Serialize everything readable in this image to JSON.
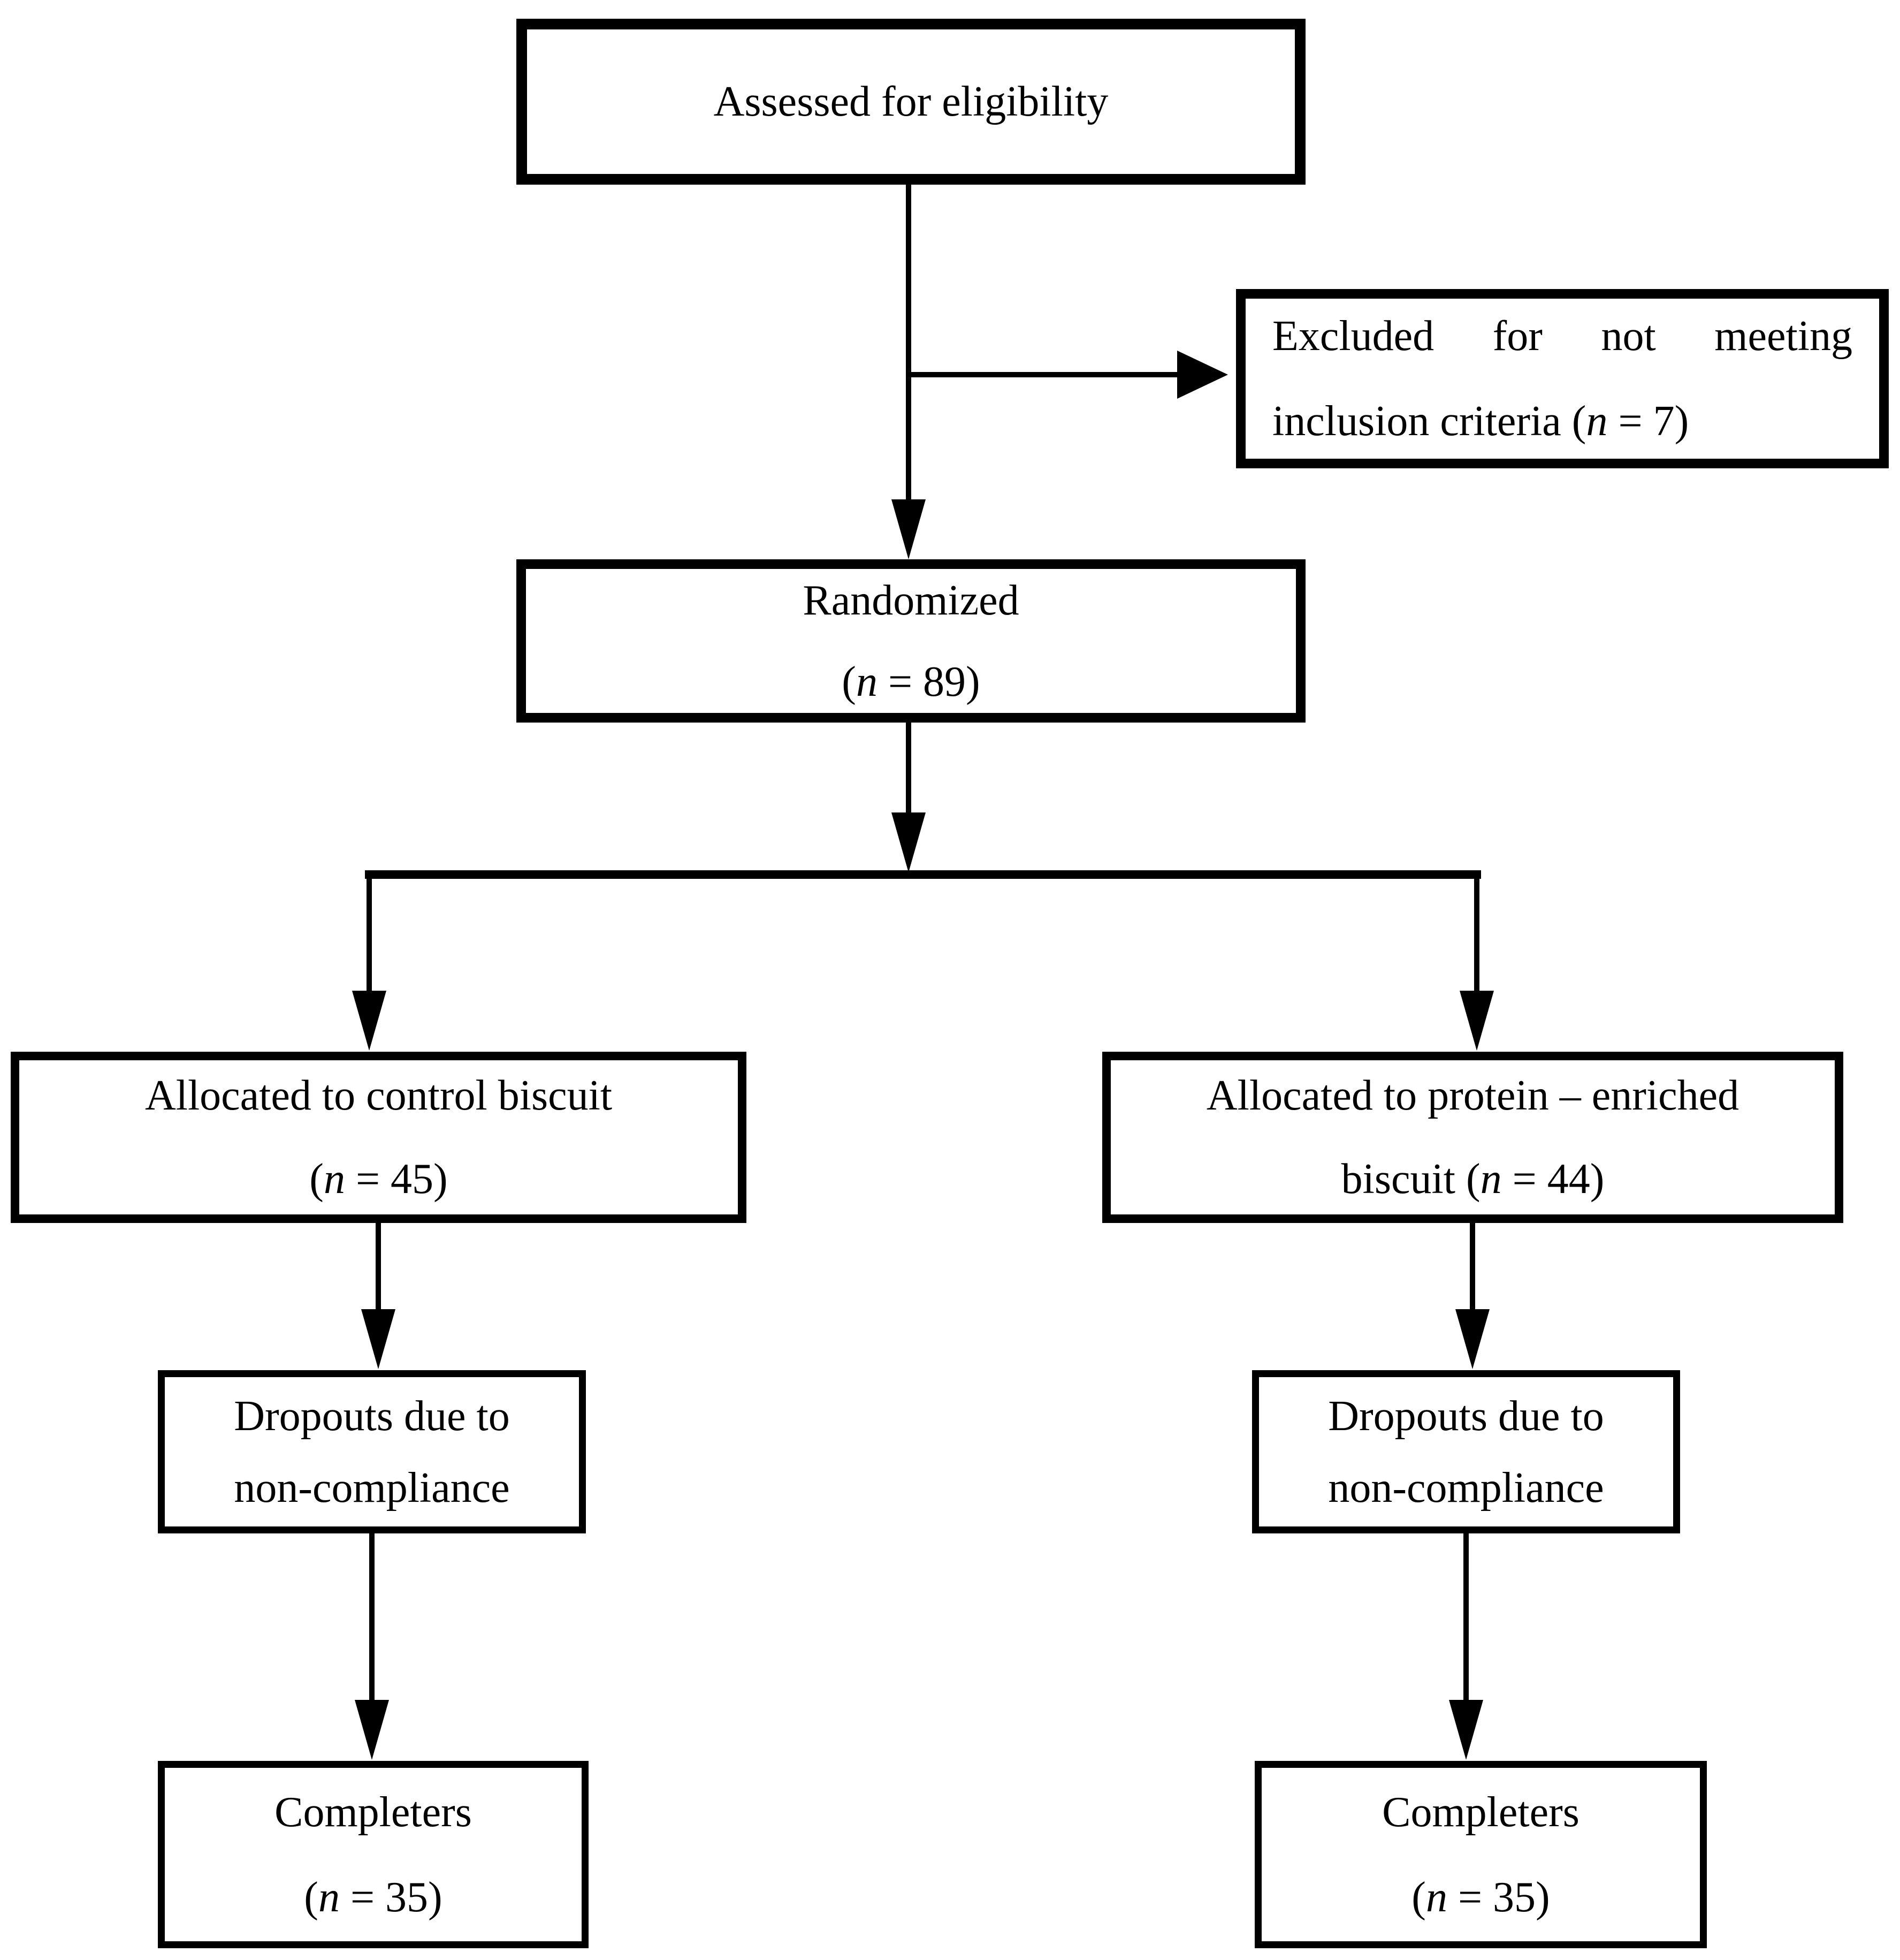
{
  "diagram": {
    "type": "flowchart",
    "colors": {
      "line": "#000000",
      "background": "#ffffff",
      "box_fill": "#ffffff",
      "text": "#000000"
    },
    "boxes": {
      "assessed": {
        "title": "Assessed for eligibility"
      },
      "excluded": {
        "line1_words": [
          "Excluded",
          "for",
          "not",
          "meeting"
        ],
        "line2_pre": "inclusion criteria (",
        "n_italic": "n",
        "line2_post": " = 7)"
      },
      "randomized": {
        "title": "Randomized",
        "n_pre": "(",
        "n_italic": "n",
        "n_post": " = 89)"
      },
      "allocated_control": {
        "title": "Allocated to control biscuit",
        "n_pre": "(",
        "n_italic": "n",
        "n_post": " = 45)"
      },
      "allocated_protein": {
        "line1": "Allocated to protein – enriched",
        "line2_pre": "biscuit (",
        "n_italic": "n",
        "line2_post": " = 44)"
      },
      "dropouts_control": {
        "line1": "Dropouts due to",
        "line2": "non-compliance"
      },
      "dropouts_protein": {
        "line1": "Dropouts due to",
        "line2": "non-compliance"
      },
      "completers_control": {
        "title": "Completers",
        "n_pre": "(",
        "n_italic": "n",
        "n_post": " = 35)"
      },
      "completers_protein": {
        "title": "Completers",
        "n_pre": "(",
        "n_italic": "n",
        "n_post": " = 35)"
      }
    }
  }
}
